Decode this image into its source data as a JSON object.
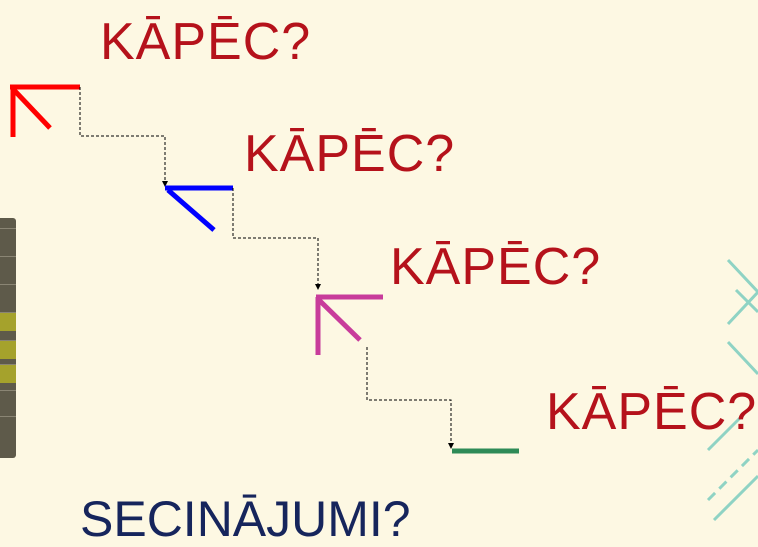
{
  "steps": [
    {
      "label": "KĀPĒC?",
      "color": "#ff0000"
    },
    {
      "label": "KĀPĒC?",
      "color": "#0000ff"
    },
    {
      "label": "KĀPĒC?",
      "color": "#c83c9b"
    },
    {
      "label": "KĀPĒC?",
      "color": "#2e8b57"
    }
  ],
  "conclusion": "SECINĀJUMI?",
  "accent_colors": {
    "text_red": "#b5121b",
    "text_navy": "#16255c",
    "background": "#fdf8e3",
    "decoration": "#8fd3c4"
  }
}
